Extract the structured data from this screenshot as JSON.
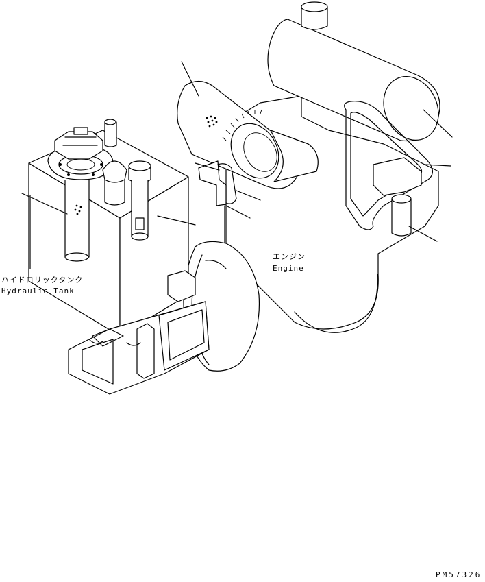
{
  "labels": {
    "tank_jp": "ハイドロリックタンク",
    "tank_en": "Hydraulic Tank",
    "engine_jp": "エンジン",
    "engine_en": "Engine"
  },
  "drawing_code": "PM57326"
}
